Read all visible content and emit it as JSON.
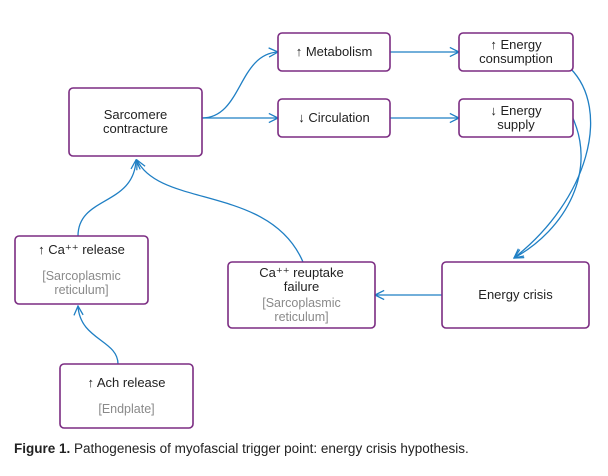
{
  "nodes": [
    {
      "id": "sarcomere",
      "lines": [
        "Sarcomere",
        "contracture"
      ],
      "sublines": []
    },
    {
      "id": "metabolism",
      "lines": [
        "↑ Metabolism"
      ],
      "sublines": []
    },
    {
      "id": "energy-consumption",
      "lines": [
        "↑ Energy",
        "consumption"
      ],
      "sublines": []
    },
    {
      "id": "circulation",
      "lines": [
        "↓ Circulation"
      ],
      "sublines": []
    },
    {
      "id": "energy-supply",
      "lines": [
        "↓ Energy",
        "supply"
      ],
      "sublines": []
    },
    {
      "id": "energy-crisis",
      "lines": [
        "Energy crisis"
      ],
      "sublines": []
    },
    {
      "id": "ca-reuptake",
      "lines": [
        "Ca⁺⁺ reuptake",
        "failure"
      ],
      "sublines": [
        "[Sarcoplasmic",
        "reticulum]"
      ]
    },
    {
      "id": "ca-release",
      "lines": [
        "↑ Ca⁺⁺ release"
      ],
      "sublines": [
        "[Sarcoplasmic",
        "reticulum]"
      ]
    },
    {
      "id": "ach-release",
      "lines": [
        "↑ Ach release"
      ],
      "sublines": [
        "[Endplate]"
      ]
    }
  ],
  "edges": [
    {
      "from": "sarcomere",
      "to": "metabolism"
    },
    {
      "from": "sarcomere",
      "to": "circulation"
    },
    {
      "from": "metabolism",
      "to": "energy-consumption"
    },
    {
      "from": "circulation",
      "to": "energy-supply"
    },
    {
      "from": "energy-consumption",
      "to": "energy-crisis"
    },
    {
      "from": "energy-supply",
      "to": "energy-crisis"
    },
    {
      "from": "energy-crisis",
      "to": "ca-reuptake"
    },
    {
      "from": "ca-reuptake",
      "to": "sarcomere"
    },
    {
      "from": "ca-release",
      "to": "sarcomere"
    },
    {
      "from": "ach-release",
      "to": "ca-release"
    }
  ],
  "colors": {
    "box_border": "#7b2c82",
    "arrow": "#1f7fc4",
    "subtext": "#8a8a8a"
  },
  "caption": {
    "label": "Figure 1.",
    "text": "Pathogenesis of myofascial trigger point: energy crisis hypothesis."
  }
}
